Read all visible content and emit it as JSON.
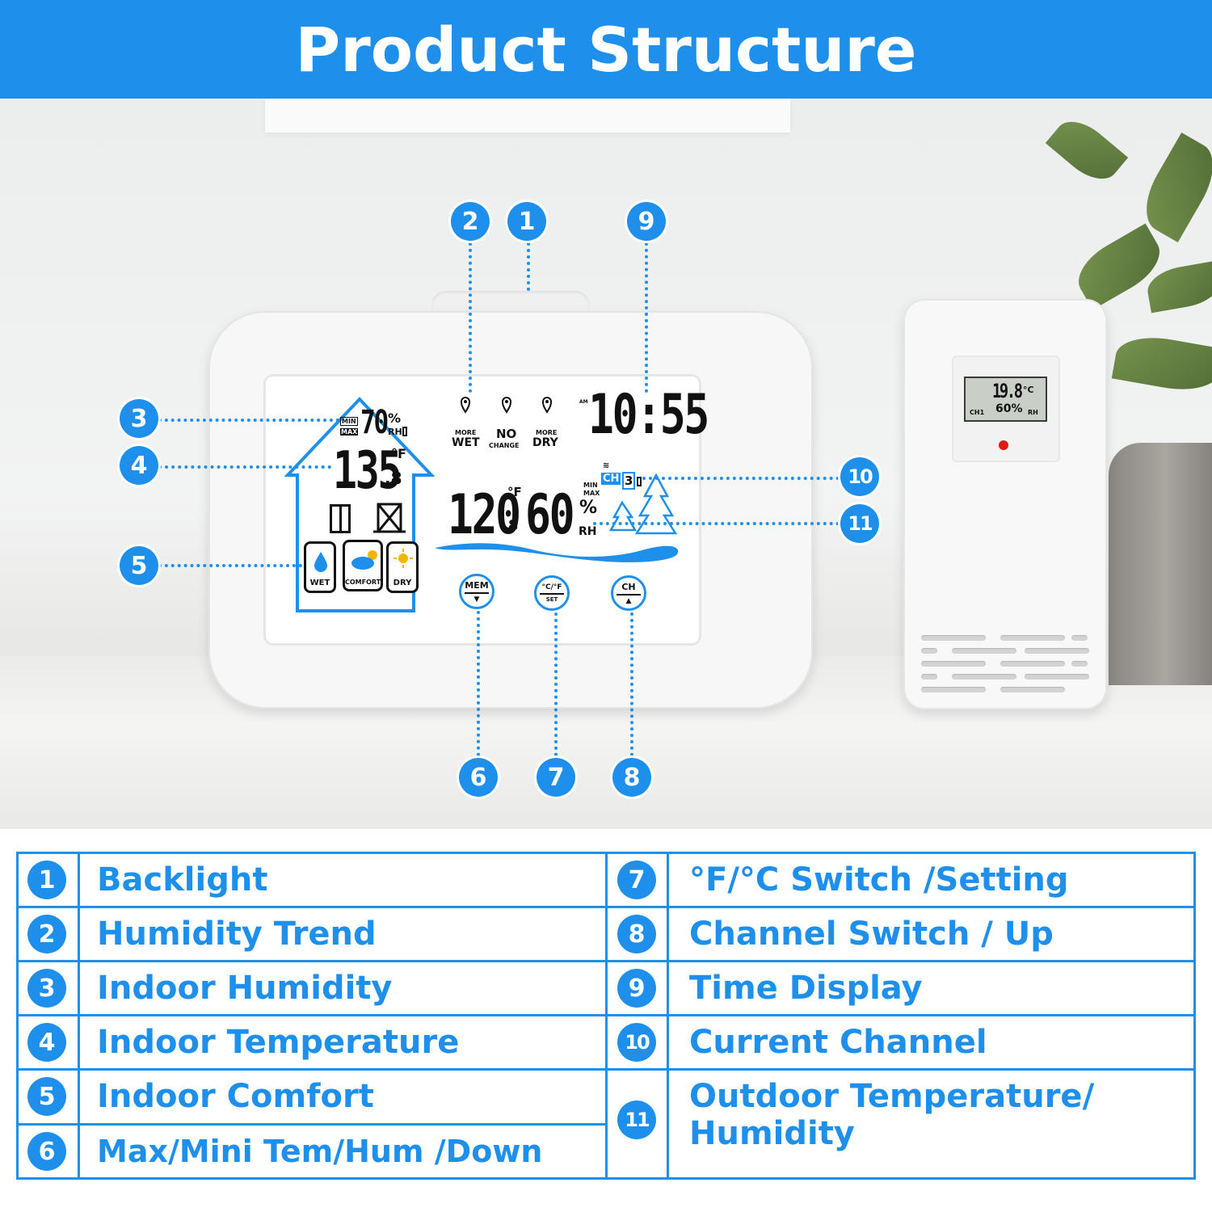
{
  "header": {
    "title": "Product Structure"
  },
  "lcd": {
    "indoor_humidity": "70",
    "indoor_humidity_unit": "%",
    "rh": "RH",
    "min": "MIN",
    "max": "MAX",
    "indoor_temp": "135",
    "indoor_temp_decimal": ".8",
    "temp_unit_f": "°F",
    "trend_more_wet_top": "MORE",
    "trend_more_wet": "WET",
    "trend_no": "NO",
    "trend_change": "CHANGE",
    "trend_more_dry_top": "MORE",
    "trend_more_dry": "DRY",
    "am": "AM",
    "time": "10:55",
    "channel_label": "CH",
    "channel_number": "3",
    "outdoor_temp": "120",
    "outdoor_temp_decimal": ".8",
    "outdoor_humidity": "60",
    "percent": "%",
    "comfort_wet": "WET",
    "comfort_comfort": "COMFORT",
    "comfort_dry": "DRY",
    "btn_mem_top": "MEM",
    "btn_mem_bottom": "▼",
    "btn_unit_top": "°C/°F",
    "btn_unit_bottom": "SET",
    "btn_ch_top": "CH",
    "btn_ch_bottom": "▲"
  },
  "sensor": {
    "temp": "19.8",
    "temp_unit": "°C",
    "channel": "CH1",
    "humidity": "60%",
    "rh": "RH"
  },
  "callouts": [
    "2",
    "1",
    "9",
    "3",
    "4",
    "10",
    "11",
    "5",
    "6",
    "7",
    "8"
  ],
  "legend": [
    {
      "num": "1",
      "label": "Backlight"
    },
    {
      "num": "2",
      "label": "Humidity Trend"
    },
    {
      "num": "3",
      "label": "Indoor Humidity"
    },
    {
      "num": "4",
      "label": "Indoor Temperature"
    },
    {
      "num": "5",
      "label": "Indoor Comfort"
    },
    {
      "num": "6",
      "label": "Max/Mini Tem/Hum /Down"
    },
    {
      "num": "7",
      "label": "°F/°C Switch /Setting"
    },
    {
      "num": "8",
      "label": "Channel Switch / Up"
    },
    {
      "num": "9",
      "label": "Time Display"
    },
    {
      "num": "10",
      "label": "Current Channel"
    },
    {
      "num": "11",
      "label": "Outdoor Temperature/",
      "label2": "Humidity"
    }
  ],
  "colors": {
    "accent": "#1e90ec",
    "lcd_text": "#111111",
    "led": "#e01a1a"
  }
}
